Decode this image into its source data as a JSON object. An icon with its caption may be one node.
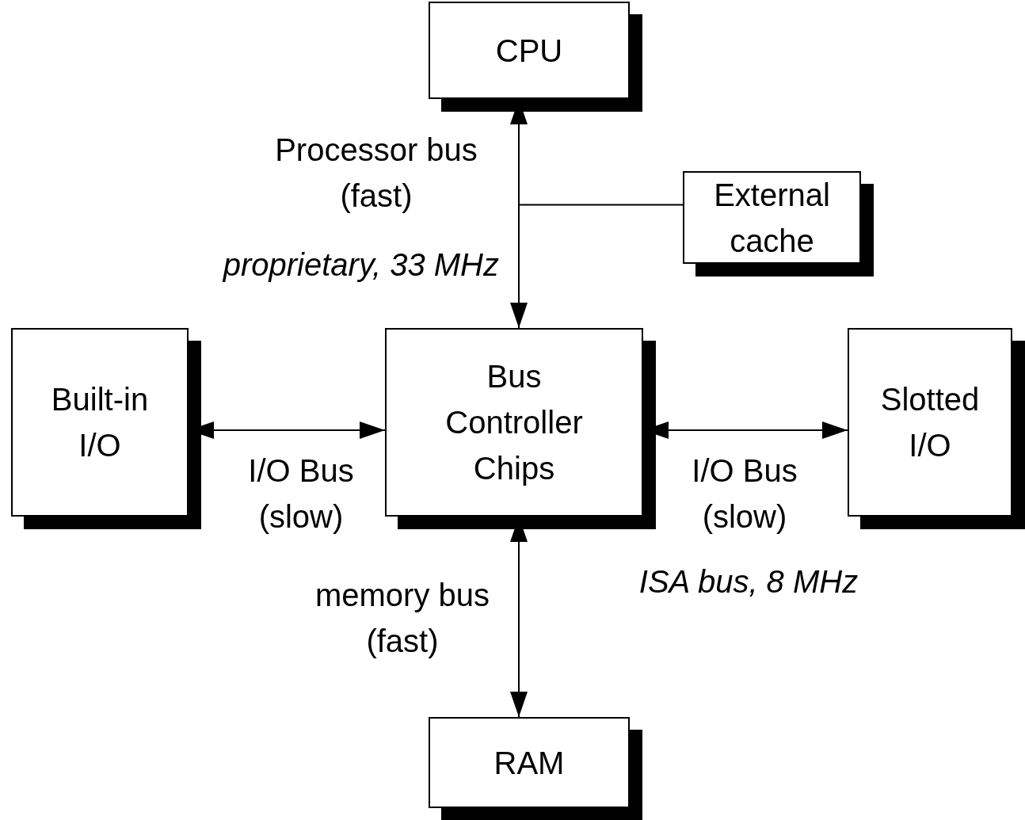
{
  "diagram": {
    "nodes": [
      {
        "text": [
          "CPU"
        ]
      },
      {
        "text": [
          "External cache"
        ]
      },
      {
        "text": [
          "Built-in I/O"
        ]
      },
      {
        "text": [
          "Bus Controller Chips"
        ]
      },
      {
        "text": [
          "Slotted I/O"
        ]
      },
      {
        "text": [
          "RAM"
        ]
      }
    ],
    "edges": [
      {
        "from": 0,
        "to": 3,
        "arrow": "both",
        "label": "Processor bus (fast)"
      },
      {
        "from": 1,
        "to": null,
        "arrow": "none"
      },
      {
        "from": 3,
        "to": 2,
        "arrow": "both",
        "label": "I/O Bus (slow)"
      },
      {
        "from": 3,
        "to": 4,
        "arrow": "both",
        "label": "I/O Bus (slow)"
      },
      {
        "from": 3,
        "to": 5,
        "arrow": "both",
        "label": "memory bus (fast)"
      }
    ],
    "labels": [
      "proprietary, 33 MHz",
      "ISA bus, 8 MHz"
    ]
  }
}
